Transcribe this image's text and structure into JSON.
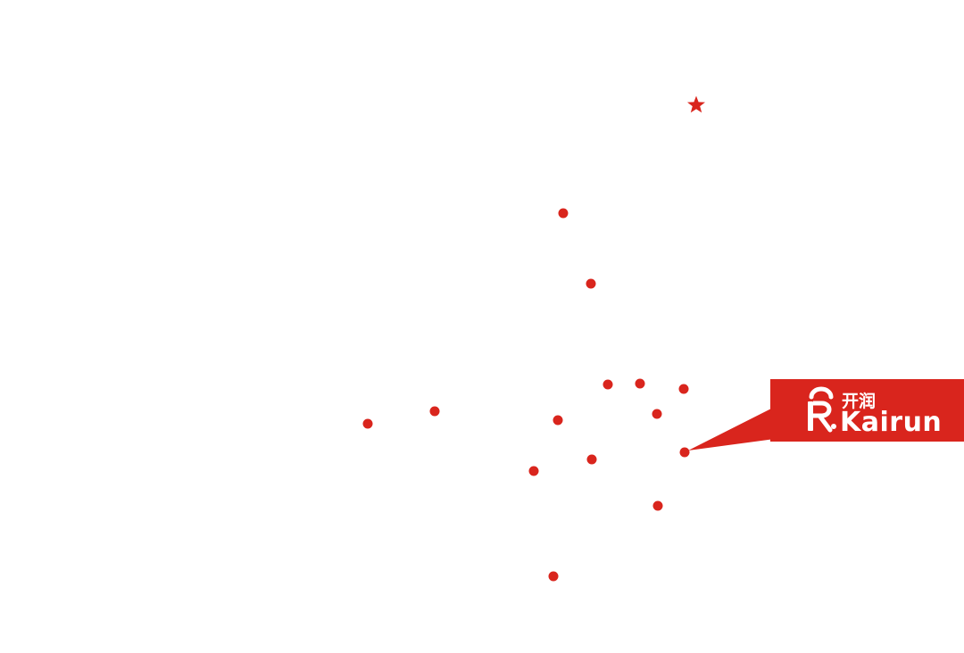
{
  "theme": {
    "accent": "#d9251d",
    "background": "#ffffff",
    "logo_text_color": "#ffffff"
  },
  "map": {
    "headquarters": {
      "icon": "star-icon"
    },
    "locations": [
      {
        "icon": "location-dot-icon"
      },
      {
        "icon": "location-dot-icon"
      },
      {
        "icon": "location-dot-icon"
      },
      {
        "icon": "location-dot-icon"
      },
      {
        "icon": "location-dot-icon"
      },
      {
        "icon": "location-dot-icon"
      },
      {
        "icon": "location-dot-icon"
      },
      {
        "icon": "location-dot-icon"
      },
      {
        "icon": "location-dot-icon"
      },
      {
        "icon": "location-dot-icon"
      },
      {
        "icon": "location-dot-icon"
      },
      {
        "icon": "location-dot-icon"
      },
      {
        "icon": "location-dot-icon"
      },
      {
        "icon": "location-dot-icon"
      },
      {
        "icon": "location-dot-icon"
      }
    ],
    "highlighted_location_index": 12
  },
  "brand": {
    "name_cn": "开润",
    "name_en": "Kairun",
    "logo_icon": "kairun-r-logo-icon"
  }
}
